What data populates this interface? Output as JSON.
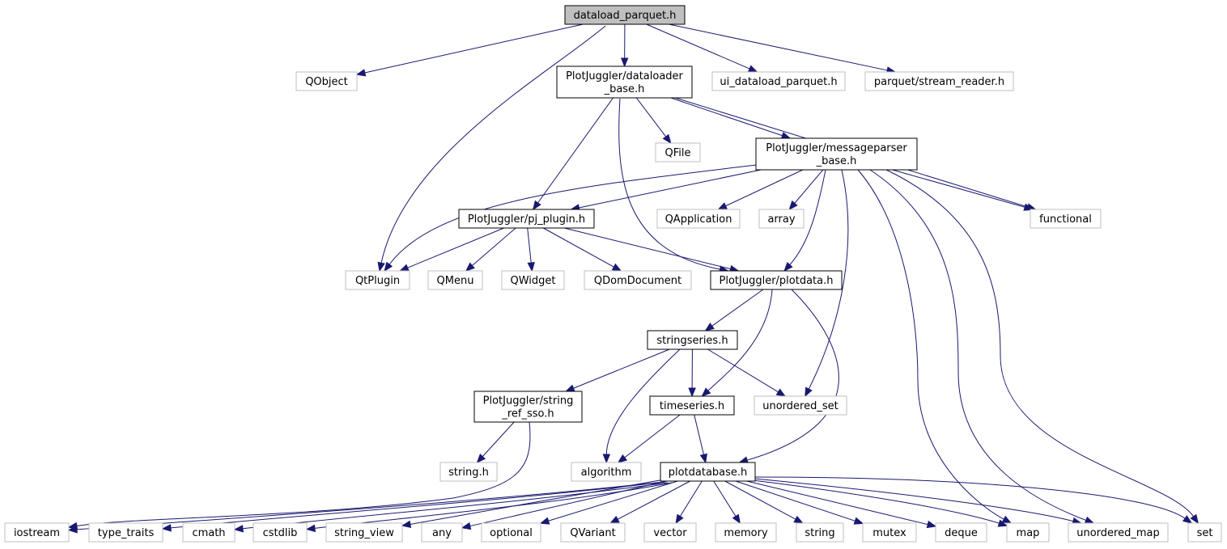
{
  "diagram": {
    "type": "include-dependency-graph",
    "colors": {
      "edge": "#191970",
      "root_fill": "#bfbfbf",
      "internal_border": "#000000",
      "external_border": "#bfbfbf",
      "background": "#ffffff"
    },
    "nodes": [
      {
        "id": "dataload_parquet",
        "lines": [
          "dataload_parquet.h"
        ],
        "kind": "root"
      },
      {
        "id": "qobject",
        "lines": [
          "QObject"
        ],
        "kind": "external"
      },
      {
        "id": "dataloader_base",
        "lines": [
          "PlotJuggler/dataloader",
          "_base.h"
        ],
        "kind": "internal"
      },
      {
        "id": "ui_dataload_parquet",
        "lines": [
          "ui_dataload_parquet.h"
        ],
        "kind": "external"
      },
      {
        "id": "stream_reader",
        "lines": [
          "parquet/stream_reader.h"
        ],
        "kind": "external"
      },
      {
        "id": "qfile",
        "lines": [
          "QFile"
        ],
        "kind": "external"
      },
      {
        "id": "messageparser_base",
        "lines": [
          "PlotJuggler/messageparser",
          "_base.h"
        ],
        "kind": "internal"
      },
      {
        "id": "pj_plugin",
        "lines": [
          "PlotJuggler/pj_plugin.h"
        ],
        "kind": "internal"
      },
      {
        "id": "qapplication",
        "lines": [
          "QApplication"
        ],
        "kind": "external"
      },
      {
        "id": "array",
        "lines": [
          "array"
        ],
        "kind": "external"
      },
      {
        "id": "functional",
        "lines": [
          "functional"
        ],
        "kind": "external"
      },
      {
        "id": "qtplugin",
        "lines": [
          "QtPlugin"
        ],
        "kind": "external"
      },
      {
        "id": "qmenu",
        "lines": [
          "QMenu"
        ],
        "kind": "external"
      },
      {
        "id": "qwidget",
        "lines": [
          "QWidget"
        ],
        "kind": "external"
      },
      {
        "id": "qdomdocument",
        "lines": [
          "QDomDocument"
        ],
        "kind": "external"
      },
      {
        "id": "plotdata",
        "lines": [
          "PlotJuggler/plotdata.h"
        ],
        "kind": "internal"
      },
      {
        "id": "stringseries",
        "lines": [
          "stringseries.h"
        ],
        "kind": "internal"
      },
      {
        "id": "string_ref_sso",
        "lines": [
          "PlotJuggler/string",
          "_ref_sso.h"
        ],
        "kind": "internal"
      },
      {
        "id": "timeseries",
        "lines": [
          "timeseries.h"
        ],
        "kind": "internal"
      },
      {
        "id": "unordered_set",
        "lines": [
          "unordered_set"
        ],
        "kind": "external"
      },
      {
        "id": "string_h",
        "lines": [
          "string.h"
        ],
        "kind": "external"
      },
      {
        "id": "algorithm",
        "lines": [
          "algorithm"
        ],
        "kind": "external"
      },
      {
        "id": "plotdatabase",
        "lines": [
          "plotdatabase.h"
        ],
        "kind": "internal"
      },
      {
        "id": "iostream",
        "lines": [
          "iostream"
        ],
        "kind": "external"
      },
      {
        "id": "type_traits",
        "lines": [
          "type_traits"
        ],
        "kind": "external"
      },
      {
        "id": "cmath",
        "lines": [
          "cmath"
        ],
        "kind": "external"
      },
      {
        "id": "cstdlib",
        "lines": [
          "cstdlib"
        ],
        "kind": "external"
      },
      {
        "id": "string_view",
        "lines": [
          "string_view"
        ],
        "kind": "external"
      },
      {
        "id": "any",
        "lines": [
          "any"
        ],
        "kind": "external"
      },
      {
        "id": "optional",
        "lines": [
          "optional"
        ],
        "kind": "external"
      },
      {
        "id": "qvariant",
        "lines": [
          "QVariant"
        ],
        "kind": "external"
      },
      {
        "id": "vector",
        "lines": [
          "vector"
        ],
        "kind": "external"
      },
      {
        "id": "memory",
        "lines": [
          "memory"
        ],
        "kind": "external"
      },
      {
        "id": "string",
        "lines": [
          "string"
        ],
        "kind": "external"
      },
      {
        "id": "mutex",
        "lines": [
          "mutex"
        ],
        "kind": "external"
      },
      {
        "id": "deque",
        "lines": [
          "deque"
        ],
        "kind": "external"
      },
      {
        "id": "map",
        "lines": [
          "map"
        ],
        "kind": "external"
      },
      {
        "id": "unordered_map",
        "lines": [
          "unordered_map"
        ],
        "kind": "external"
      },
      {
        "id": "set",
        "lines": [
          "set"
        ],
        "kind": "external"
      }
    ],
    "edges": [
      {
        "from": "dataload_parquet",
        "to": "qobject"
      },
      {
        "from": "dataload_parquet",
        "to": "dataloader_base"
      },
      {
        "from": "dataload_parquet",
        "to": "ui_dataload_parquet"
      },
      {
        "from": "dataload_parquet",
        "to": "stream_reader"
      },
      {
        "from": "dataload_parquet",
        "to": "qtplugin"
      },
      {
        "from": "dataloader_base",
        "to": "qfile"
      },
      {
        "from": "dataloader_base",
        "to": "messageparser_base"
      },
      {
        "from": "dataloader_base",
        "to": "functional"
      },
      {
        "from": "dataloader_base",
        "to": "pj_plugin"
      },
      {
        "from": "dataloader_base",
        "to": "plotdata"
      },
      {
        "from": "messageparser_base",
        "to": "pj_plugin"
      },
      {
        "from": "messageparser_base",
        "to": "qtplugin"
      },
      {
        "from": "messageparser_base",
        "to": "qapplication"
      },
      {
        "from": "messageparser_base",
        "to": "array"
      },
      {
        "from": "messageparser_base",
        "to": "functional"
      },
      {
        "from": "messageparser_base",
        "to": "plotdata"
      },
      {
        "from": "messageparser_base",
        "to": "unordered_set"
      },
      {
        "from": "messageparser_base",
        "to": "map"
      },
      {
        "from": "messageparser_base",
        "to": "unordered_map"
      },
      {
        "from": "messageparser_base",
        "to": "set"
      },
      {
        "from": "pj_plugin",
        "to": "qtplugin"
      },
      {
        "from": "pj_plugin",
        "to": "qmenu"
      },
      {
        "from": "pj_plugin",
        "to": "qwidget"
      },
      {
        "from": "pj_plugin",
        "to": "qdomdocument"
      },
      {
        "from": "pj_plugin",
        "to": "plotdata"
      },
      {
        "from": "plotdata",
        "to": "stringseries"
      },
      {
        "from": "plotdata",
        "to": "timeseries"
      },
      {
        "from": "plotdata",
        "to": "plotdatabase"
      },
      {
        "from": "stringseries",
        "to": "string_ref_sso"
      },
      {
        "from": "stringseries",
        "to": "timeseries"
      },
      {
        "from": "stringseries",
        "to": "unordered_set"
      },
      {
        "from": "stringseries",
        "to": "algorithm"
      },
      {
        "from": "string_ref_sso",
        "to": "string_h"
      },
      {
        "from": "string_ref_sso",
        "to": "iostream"
      },
      {
        "from": "timeseries",
        "to": "algorithm"
      },
      {
        "from": "timeseries",
        "to": "plotdatabase"
      },
      {
        "from": "plotdatabase",
        "to": "iostream"
      },
      {
        "from": "plotdatabase",
        "to": "type_traits"
      },
      {
        "from": "plotdatabase",
        "to": "cmath"
      },
      {
        "from": "plotdatabase",
        "to": "cstdlib"
      },
      {
        "from": "plotdatabase",
        "to": "string_view"
      },
      {
        "from": "plotdatabase",
        "to": "any"
      },
      {
        "from": "plotdatabase",
        "to": "optional"
      },
      {
        "from": "plotdatabase",
        "to": "qvariant"
      },
      {
        "from": "plotdatabase",
        "to": "vector"
      },
      {
        "from": "plotdatabase",
        "to": "memory"
      },
      {
        "from": "plotdatabase",
        "to": "string"
      },
      {
        "from": "plotdatabase",
        "to": "mutex"
      },
      {
        "from": "plotdatabase",
        "to": "deque"
      },
      {
        "from": "plotdatabase",
        "to": "map"
      },
      {
        "from": "plotdatabase",
        "to": "unordered_map"
      },
      {
        "from": "plotdatabase",
        "to": "set"
      }
    ]
  }
}
